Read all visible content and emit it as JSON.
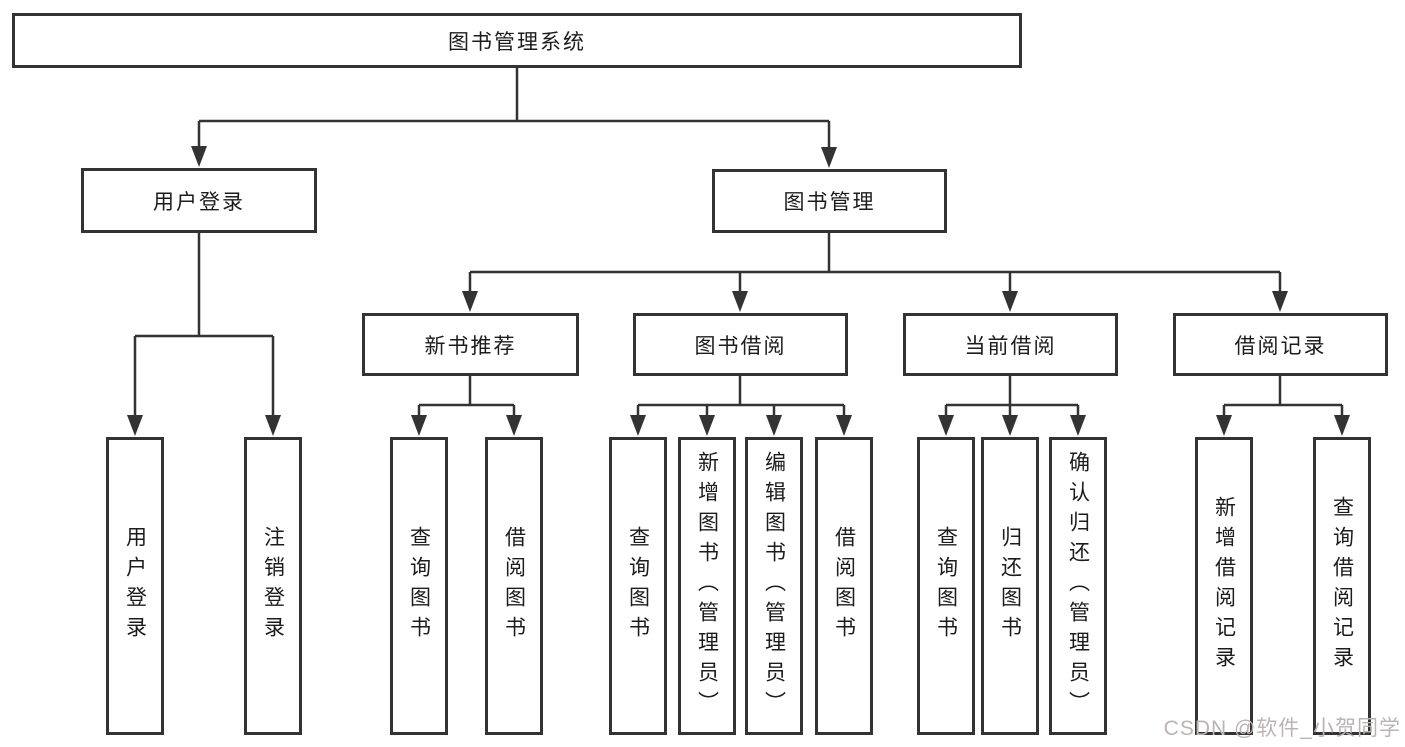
{
  "tree": {
    "root": {
      "label": "图书管理系统"
    },
    "branches": [
      {
        "label": "用户登录",
        "children": [
          {
            "label": "用户登录"
          },
          {
            "label": "注销登录"
          }
        ]
      },
      {
        "label": "图书管理",
        "children": [
          {
            "label": "新书推荐",
            "children": [
              {
                "label": "查询图书"
              },
              {
                "label": "借阅图书"
              }
            ]
          },
          {
            "label": "图书借阅",
            "children": [
              {
                "label": "查询图书"
              },
              {
                "label": "新增图书（管理员）"
              },
              {
                "label": "编辑图书（管理员）"
              },
              {
                "label": "借阅图书"
              }
            ]
          },
          {
            "label": "当前借阅",
            "children": [
              {
                "label": "查询图书"
              },
              {
                "label": "归还图书"
              },
              {
                "label": "确认归还（管理员）"
              }
            ]
          },
          {
            "label": "借阅记录",
            "children": [
              {
                "label": "新增借阅记录"
              },
              {
                "label": "查询借阅记录"
              }
            ]
          }
        ]
      }
    ]
  },
  "watermark": {
    "text": "CSDN @软件_小贺同学"
  },
  "colors": {
    "line": "#333333",
    "border": "#333333",
    "text": "#1c1c1c",
    "background": "#ffffff",
    "watermark": "#bcb4b4"
  }
}
